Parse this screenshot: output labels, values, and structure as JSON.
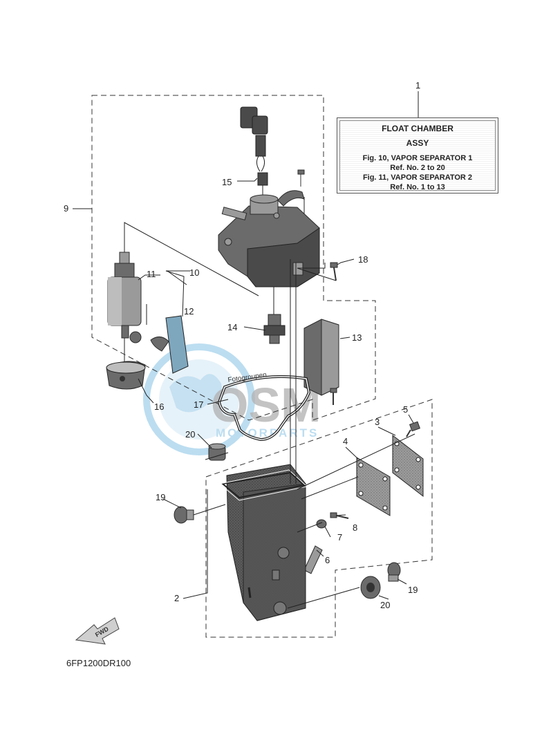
{
  "info_box": {
    "line1": "FLOAT CHAMBER",
    "line2": "ASSY",
    "line3": "Fig. 10, VAPOR SEPARATOR 1",
    "line4": "Ref. No. 2 to 20",
    "line5": "Fig. 11, VAPOR SEPARATOR 2",
    "line6": "Ref. No. 1 to 13"
  },
  "diagram_code": "6FP1200DR100",
  "fwd_arrow_label": "FWD",
  "gasket_print": "Fotogroupen",
  "watermark": {
    "brand": "OSM",
    "sub": "MOTORPARTS",
    "color": "#5aa9d8"
  },
  "callouts": {
    "c1": "1",
    "c2": "2",
    "c3": "3",
    "c4": "4",
    "c5": "5",
    "c6": "6",
    "c7": "7",
    "c8": "8",
    "c9": "9",
    "c10": "10",
    "c11": "11",
    "c12": "12",
    "c13": "13",
    "c14": "14",
    "c15": "15",
    "c16": "16",
    "c17": "17",
    "c18": "18",
    "c19a": "19",
    "c19b": "19",
    "c20a": "20",
    "c20b": "20"
  }
}
